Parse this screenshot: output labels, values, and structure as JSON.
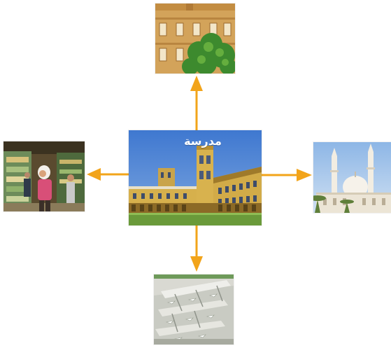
{
  "center": {
    "caption": "مدرسة",
    "image_name": "school-building"
  },
  "surrounding": [
    {
      "position": "top",
      "image_name": "brick-building-with-trees"
    },
    {
      "position": "left",
      "image_name": "market-shoppers"
    },
    {
      "position": "right",
      "image_name": "mosque-minarets"
    },
    {
      "position": "bottom",
      "image_name": "airport-aerial"
    }
  ],
  "colors": {
    "arrow": "#f2a41a",
    "sky": "#4a7fd1",
    "building": "#d9b552"
  }
}
